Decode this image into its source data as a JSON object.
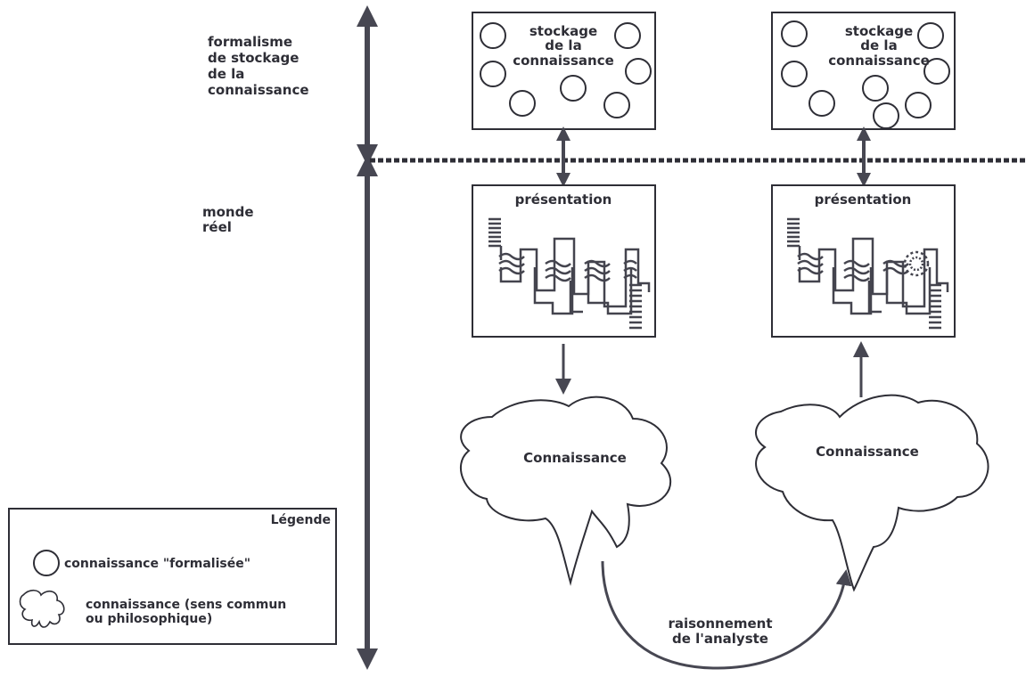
{
  "side_labels": {
    "storage": [
      "formalisme",
      "de stockage",
      "de la",
      "connaissance"
    ],
    "real_world": [
      "monde",
      "réel"
    ]
  },
  "storage_title": [
    "stockage",
    "de la",
    "connaissance"
  ],
  "presentation_title": "présentation",
  "knowledge_label": "Connaissance",
  "reasoning_label": [
    "raisonnement",
    "de l'analyste"
  ],
  "legend": {
    "title": "Légende",
    "formalized": "connaissance \"formalisée\"",
    "common": [
      "connaissance (sens commun",
      "ou philosophique)"
    ]
  },
  "colors": {
    "ink": "#2e2e36",
    "arrow": "#474752",
    "background": "#ffffff"
  }
}
